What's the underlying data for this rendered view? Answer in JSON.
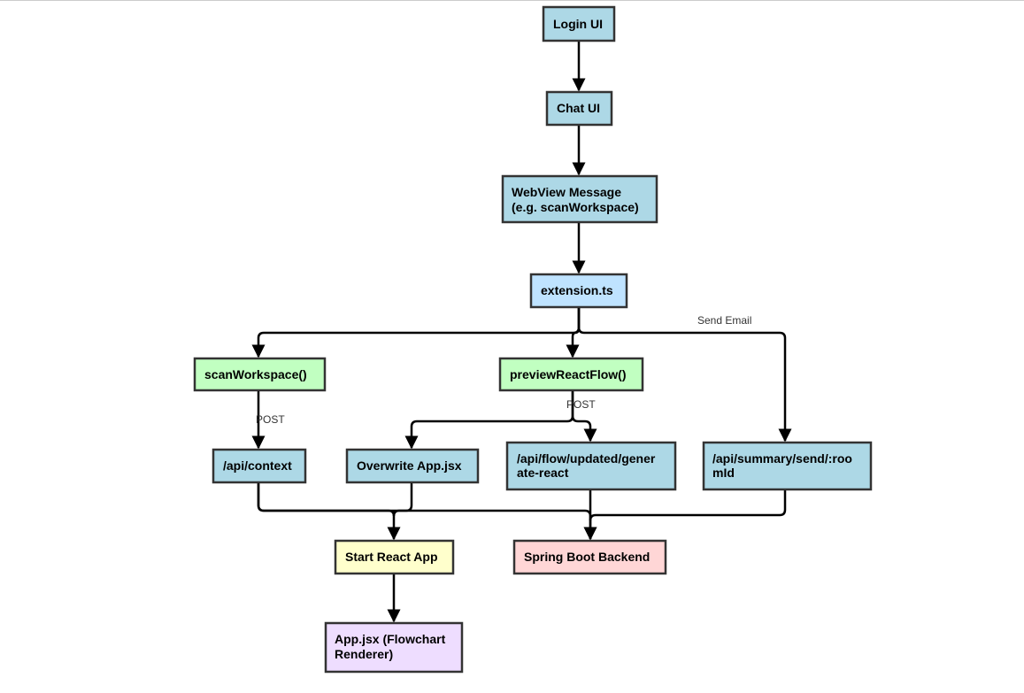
{
  "colors": {
    "blue": "#ADD8E6",
    "lightblue": "#BFE3FF",
    "green": "#C1FFC1",
    "yellow": "#FFFFCC",
    "pink": "#FFD6D6",
    "purple": "#EEDDFF"
  },
  "nodes": {
    "login": [
      "Login UI"
    ],
    "chat": [
      "Chat UI"
    ],
    "webview": [
      "WebView Message",
      "(e.g. scanWorkspace)"
    ],
    "extension": [
      "extension.ts"
    ],
    "scan": [
      "scanWorkspace()"
    ],
    "preview": [
      "previewReactFlow()"
    ],
    "context": [
      "/api/context"
    ],
    "overwrite": [
      "Overwrite App.jsx"
    ],
    "flow": [
      "/api/flow/updated/gener",
      "ate-react"
    ],
    "summary": [
      "/api/summary/send/:roo",
      "mId"
    ],
    "start": [
      "Start React App"
    ],
    "spring": [
      "Spring Boot Backend"
    ],
    "appjsx": [
      "App.jsx (Flowchart",
      "Renderer)"
    ]
  },
  "edge_labels": {
    "send_email": "Send Email",
    "post_context": "POST",
    "post_flow": "POST"
  }
}
